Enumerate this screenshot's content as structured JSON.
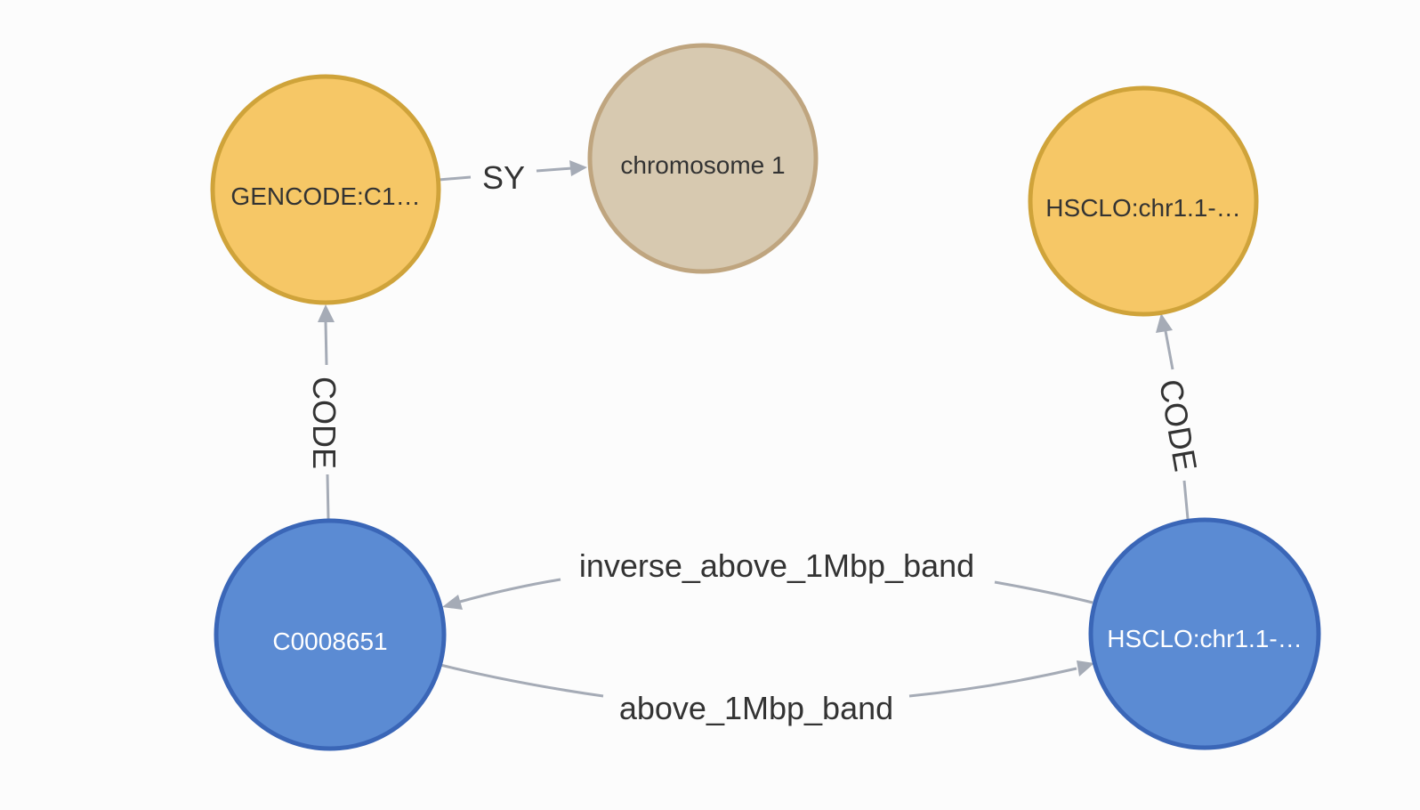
{
  "colors": {
    "background": "#fcfcfc",
    "edge": "#a5abb6",
    "edge_label": "#333333",
    "code_fill": "#f6c766",
    "code_stroke": "#cfa33a",
    "code_text": "#333333",
    "term_fill": "#d7c9b0",
    "term_stroke": "#bfa57f",
    "term_text": "#333333",
    "concept_fill": "#5b8bd3",
    "concept_stroke": "#3a66b7",
    "concept_text": "#ffffff"
  },
  "nodes": [
    {
      "id": "gencode",
      "label": "GENCODE:C1…",
      "type": "code"
    },
    {
      "id": "chromosome",
      "label": "chromosome 1",
      "type": "term"
    },
    {
      "id": "hsclo-code",
      "label": "HSCLO:chr1.1-…",
      "type": "code"
    },
    {
      "id": "concept-c0008651",
      "label": "C0008651",
      "type": "concept"
    },
    {
      "id": "concept-hsclo",
      "label": "HSCLO:chr1.1-…",
      "type": "concept"
    }
  ],
  "edges": [
    {
      "id": "sy",
      "label": "SY",
      "source": "gencode",
      "target": "chromosome"
    },
    {
      "id": "code-left",
      "label": "CODE",
      "source": "concept-c0008651",
      "target": "gencode"
    },
    {
      "id": "code-right",
      "label": "CODE",
      "source": "concept-hsclo",
      "target": "hsclo-code"
    },
    {
      "id": "inverse-above",
      "label": "inverse_above_1Mbp_band",
      "source": "concept-hsclo",
      "target": "concept-c0008651"
    },
    {
      "id": "above",
      "label": "above_1Mbp_band",
      "source": "concept-c0008651",
      "target": "concept-hsclo"
    }
  ]
}
